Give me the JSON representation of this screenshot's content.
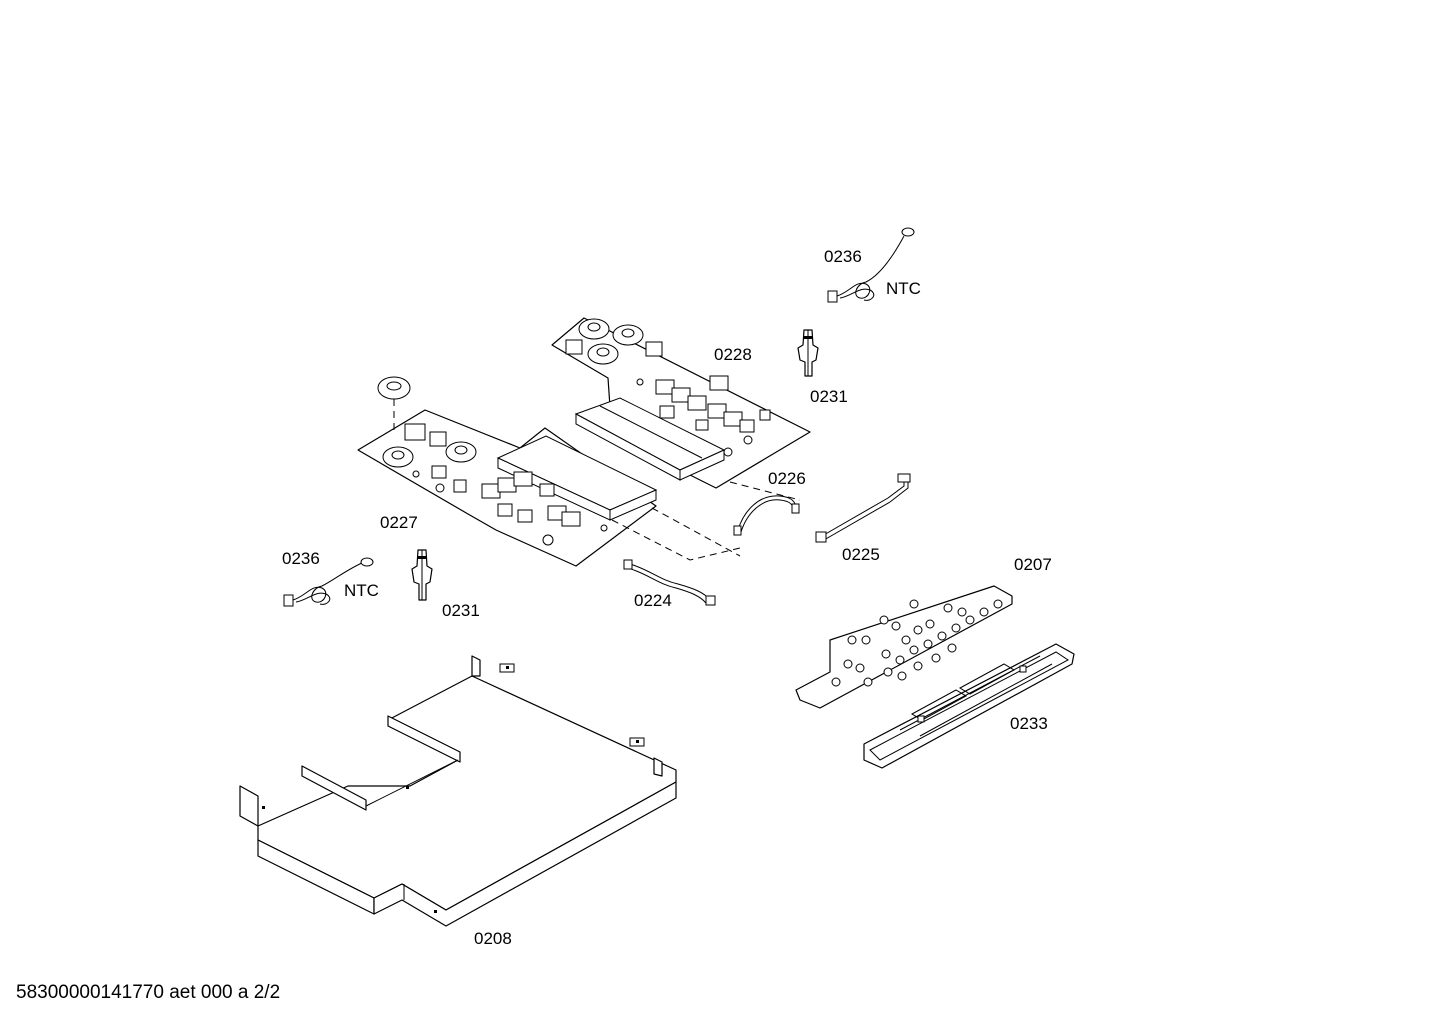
{
  "parts": [
    {
      "id": "ntc_top_num",
      "text": "0236"
    },
    {
      "id": "ntc_top_tag",
      "text": "NTC"
    },
    {
      "id": "board_right",
      "text": "0228"
    },
    {
      "id": "clip_top",
      "text": "0231"
    },
    {
      "id": "cable_top",
      "text": "0226"
    },
    {
      "id": "board_left",
      "text": "0227"
    },
    {
      "id": "ntc_left_num",
      "text": "0236"
    },
    {
      "id": "ntc_left_tag",
      "text": "NTC"
    },
    {
      "id": "clip_left",
      "text": "0231"
    },
    {
      "id": "cable_right",
      "text": "0225"
    },
    {
      "id": "cable_bottom",
      "text": "0224"
    },
    {
      "id": "control_board",
      "text": "0207"
    },
    {
      "id": "holder",
      "text": "0233"
    },
    {
      "id": "tray",
      "text": "0208"
    }
  ],
  "footer": "58300000141770 aet 000 a 2/2"
}
